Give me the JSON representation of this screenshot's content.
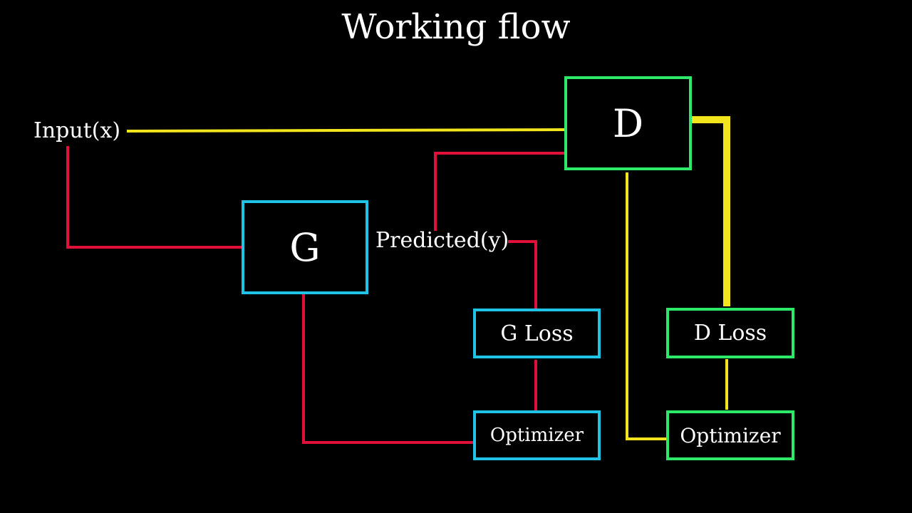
{
  "title": "Working flow",
  "colors": {
    "background": "#000000",
    "generator": "#1ec3e6",
    "discriminator": "#2ee86a",
    "generator_path": "#e0103a",
    "discriminator_path": "#f2e51d",
    "text": "#ffffff"
  },
  "nodes": {
    "discriminator": "D",
    "generator": "G",
    "g_loss": "G Loss",
    "d_loss": "D Loss",
    "g_optimizer": "Optimizer",
    "d_optimizer": "Optimizer"
  },
  "labels": {
    "input": "Input(x)",
    "predicted": "Predicted(y)"
  }
}
